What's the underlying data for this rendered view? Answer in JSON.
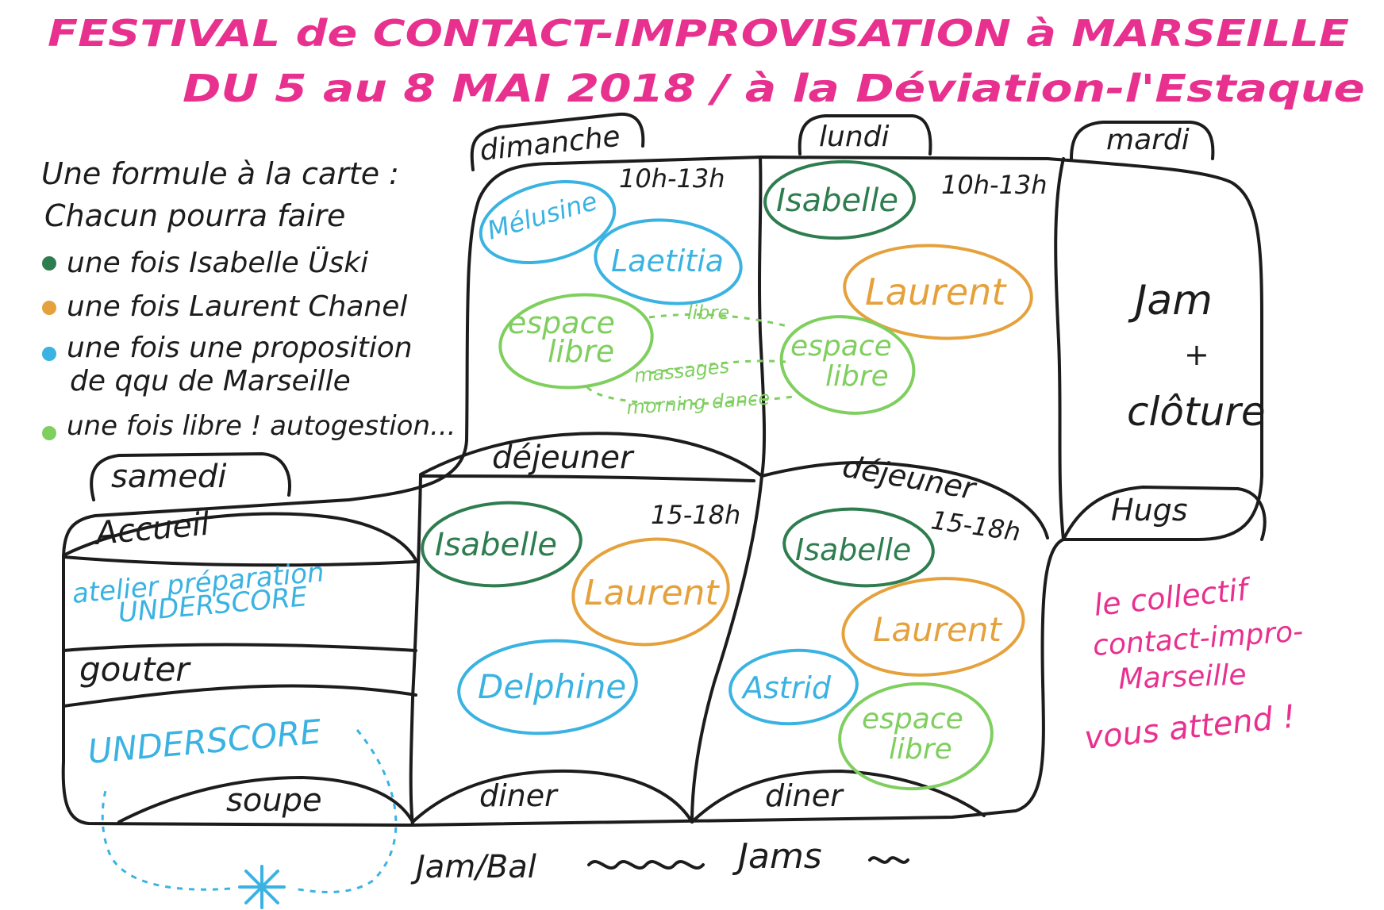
{
  "colors": {
    "title": "#e8318f",
    "ink": "#1c1c1c",
    "isabelle": "#2e7d4f",
    "laurent": "#e5a13c",
    "marseille": "#3ab3e2",
    "libre": "#7fcf5f"
  },
  "title": {
    "line1": "FESTIVAL de CONTACT-IMPROVISATION à MARSEILLE",
    "line2": "DU 5 au 8 MAI 2018 / à la Déviation-l'Estaque"
  },
  "legend": {
    "line1": "Une formule à la carte :",
    "line2": "Chacun pourra faire",
    "items": [
      {
        "line1": "une fois Isabelle Üski",
        "line2": ""
      },
      {
        "line1": "une fois Laurent Chanel",
        "line2": ""
      },
      {
        "line1": "une fois une proposition",
        "line2": "de qqu de Marseille"
      },
      {
        "line1": "une fois libre ! autogestion...",
        "line2": ""
      }
    ]
  },
  "days": {
    "samedi": "samedi",
    "dimanche": "dimanche",
    "lundi": "lundi",
    "mardi": "mardi"
  },
  "samedi": {
    "accueil": "Accueil",
    "atelier_line1": "atelier préparation",
    "atelier_line2": "UNDERSCORE",
    "gouter": "gouter",
    "underscore": "UNDERSCORE",
    "soupe": "soupe"
  },
  "dimanche": {
    "morning_time": "10h-13h",
    "melusine": "Mélusine",
    "laetitia": "Laetitia",
    "espace_line1": "espace",
    "espace_line2": "libre",
    "dejeuner": "déjeuner",
    "afternoon_time": "15-18h",
    "isabelle": "Isabelle",
    "laurent": "Laurent",
    "delphine": "Delphine",
    "diner": "diner"
  },
  "lundi": {
    "morning_time": "10h-13h",
    "isabelle": "Isabelle",
    "laurent": "Laurent",
    "espace_line1": "espace",
    "espace_line2": "libre",
    "dejeuner": "déjeuner",
    "afternoon_time": "15-18h",
    "isabelle_pm": "Isabelle",
    "laurent_pm": "Laurent",
    "astrid": "Astrid",
    "espace_pm_line1": "espace",
    "espace_pm_line2": "libre",
    "diner": "diner"
  },
  "links": {
    "libre": "libre",
    "massages": "massages",
    "morning_dance": "morning dance"
  },
  "mardi": {
    "jam": "Jam",
    "plus": "+",
    "cloture": "clôture",
    "hugs": "Hugs"
  },
  "bottom": {
    "jam_bal": "Jam/Bal",
    "jams": "Jams"
  },
  "collectif": {
    "line1": "le collectif",
    "line2": "contact-impro-",
    "line3": "Marseille",
    "line4": "vous attend !"
  }
}
